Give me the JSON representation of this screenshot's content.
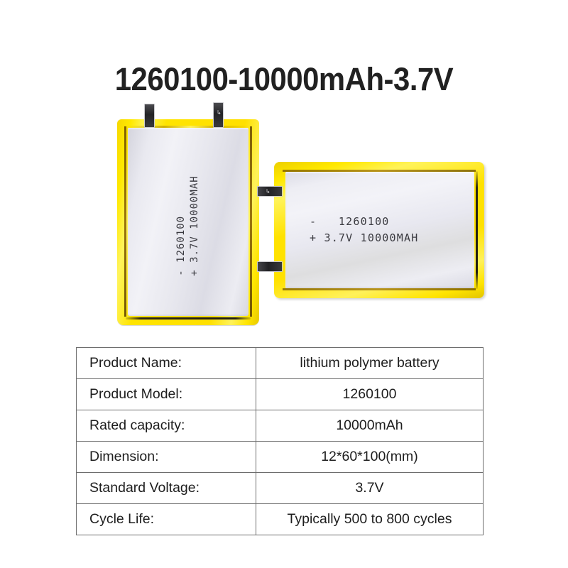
{
  "title": "1260100-10000mAh-3.7V",
  "background_color": "#ffffff",
  "colors": {
    "tape_yellow": "#ffe400",
    "tape_yellow_highlight": "#fff45c",
    "tape_yellow_shadow": "#e2c400",
    "cell_silver": "#e8e8f0",
    "tab_dark": "#262629",
    "title_text": "#212121",
    "table_border": "#6d6d6d",
    "table_text": "#1d1d1d"
  },
  "battery_left": {
    "name": "portrait-battery-photo",
    "orientation": "portrait",
    "label_line_1": "-  1260100",
    "label_line_2": "+ 3.7V 10000MAH",
    "tabs": [
      {
        "name": "negative-tab",
        "position": "top-left"
      },
      {
        "name": "positive-tab",
        "position": "top-right"
      }
    ]
  },
  "battery_right": {
    "name": "landscape-battery-photo",
    "orientation": "landscape",
    "label_line_1": "-   1260100",
    "label_line_2": "+ 3.7V 10000MAH",
    "tabs": [
      {
        "name": "negative-tab",
        "position": "left-upper"
      },
      {
        "name": "positive-tab",
        "position": "left-lower"
      }
    ]
  },
  "spec_table": {
    "rows": [
      {
        "label": "Product Name:",
        "value": "lithium polymer battery"
      },
      {
        "label": "Product Model:",
        "value": "1260100"
      },
      {
        "label": "Rated capacity:",
        "value": "10000mAh"
      },
      {
        "label": "Dimension:",
        "value": "12*60*100(mm)"
      },
      {
        "label": "Standard Voltage:",
        "value": "3.7V"
      },
      {
        "label": "Cycle Life:",
        "value": "Typically 500 to 800 cycles"
      }
    ]
  }
}
